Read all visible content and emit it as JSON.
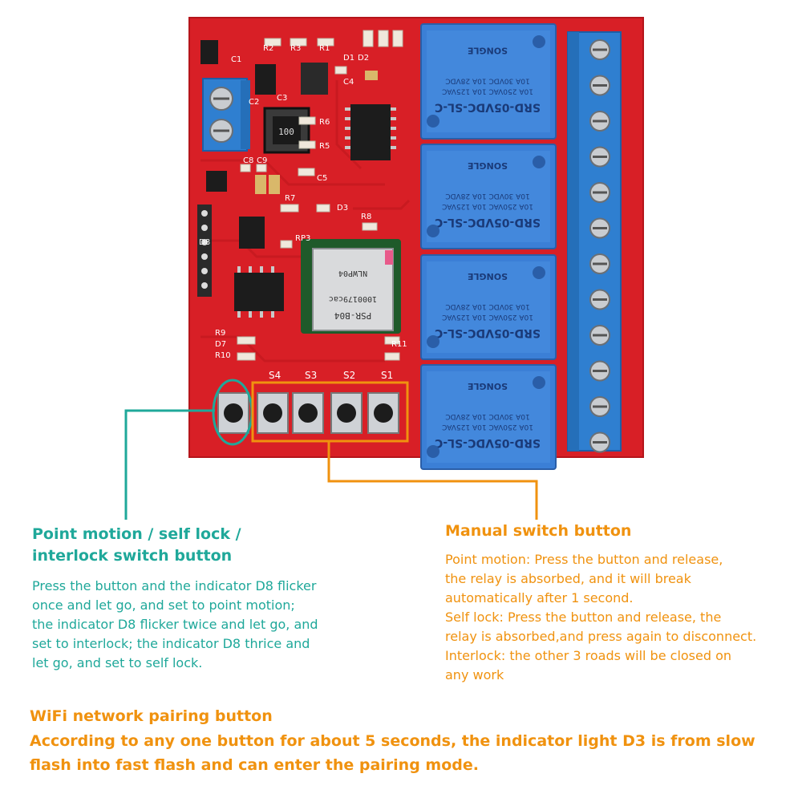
{
  "board": {
    "labels": [
      "R2",
      "R3",
      "R1",
      "C1",
      "C2",
      "D1",
      "D2",
      "C3",
      "100",
      "R6",
      "R5",
      "C5",
      "C8",
      "C9",
      "R7",
      "D3",
      "R8",
      "D8",
      "RP3",
      "R9",
      "D7",
      "R10",
      "R11",
      "S4",
      "S3",
      "S2",
      "S1",
      "C4",
      "PSR-B04",
      "1000179cac",
      "NLWP04"
    ],
    "relay_text_lines": [
      "SRD-05VDC-SL-C",
      "10A 250VAC 10A 125VAC",
      "10A 30VDC 10A 28VDC",
      "SONGLE"
    ],
    "relay_count": 4,
    "terminal_count": 12
  },
  "callouts": {
    "left": {
      "title_lines": [
        "Point motion / self lock /",
        "interlock switch button"
      ],
      "body_lines": [
        "Press the button and the indicator D8 flicker",
        "once and let go, and set to point motion;",
        "the indicator D8 flicker twice and let go, and",
        "set to interlock; the indicator D8 thrice and",
        "let go,  and set to self lock."
      ]
    },
    "right": {
      "title": "Manual switch button",
      "body_lines": [
        "Point motion: Press the button and release,",
        "the relay is absorbed, and it will break",
        "automatically after 1 second.",
        "Self lock: Press the button and release, the",
        "relay is absorbed,and press again to disconnect.",
        "Interlock: the other 3 roads will be closed on",
        "any work"
      ]
    },
    "footer": {
      "title": "WiFi network pairing button",
      "body_lines": [
        "According to any one button for about 5 seconds, the indicator light D3 is from slow",
        "flash into fast flash and can enter the pairing mode."
      ]
    }
  },
  "colors": {
    "teal": "#1fa89a",
    "orange": "#f0920f",
    "pcb_red": "#d81f26",
    "relay_blue": "#3b7fd6",
    "terminal_blue": "#2f7fd0"
  }
}
